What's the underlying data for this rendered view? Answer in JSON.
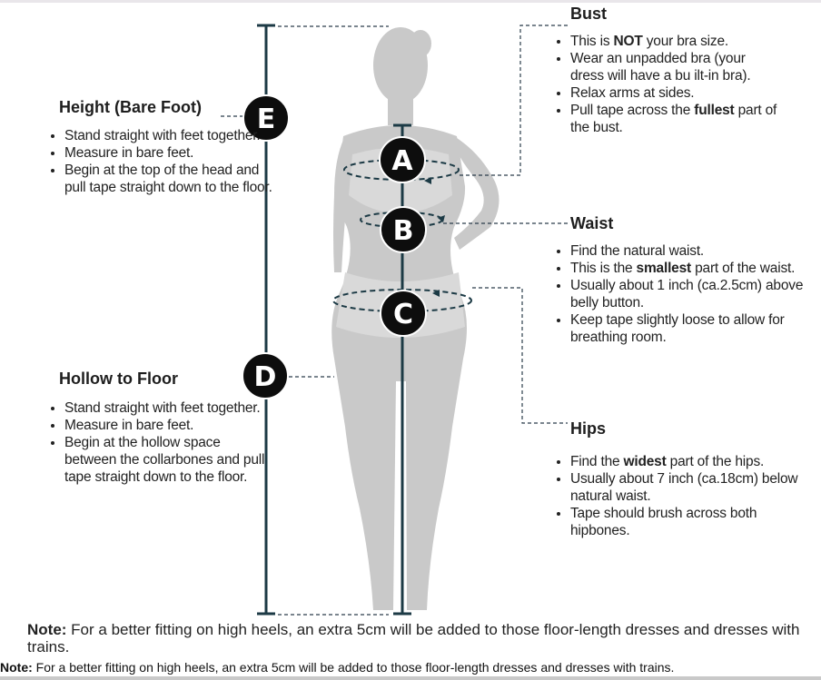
{
  "markers": {
    "a": "A",
    "b": "B",
    "c": "C",
    "d": "D",
    "e": "E"
  },
  "height": {
    "title": "Height (Bare Foot)",
    "bullets": [
      "Stand straight with feet together.",
      "Measure in bare feet.",
      "Begin at the top of the head and pull tape straight down to the floor."
    ]
  },
  "hollow": {
    "title": "Hollow to Floor",
    "bullets": [
      "Stand straight with feet together.",
      "Measure in bare feet.",
      "Begin at the hollow space between the collarbones and pull tape straight down to the floor."
    ]
  },
  "bust": {
    "title": "Bust",
    "bullets": [
      {
        "pre": "This is ",
        "bold": "NOT",
        "post": " your bra size."
      },
      {
        "pre": "Wear an unpadded bra (your dress will have a bu ilt-in bra).",
        "bold": "",
        "post": ""
      },
      {
        "pre": "Relax arms at sides.",
        "bold": "",
        "post": ""
      },
      {
        "pre": "Pull tape across the ",
        "bold": "fullest",
        "post": " part of the bust."
      }
    ]
  },
  "waist": {
    "title": "Waist",
    "bullets": [
      {
        "pre": "Find the natural waist.",
        "bold": "",
        "post": ""
      },
      {
        "pre": "This is the ",
        "bold": "smallest",
        "post": " part of the waist."
      },
      {
        "pre": "Usually about 1 inch (ca.2.5cm) above belly button.",
        "bold": "",
        "post": ""
      },
      {
        "pre": "Keep tape slightly loose to allow for breathing room.",
        "bold": "",
        "post": ""
      }
    ]
  },
  "hips": {
    "title": "Hips",
    "bullets": [
      {
        "pre": "Find the ",
        "bold": "widest",
        "post": " part of the hips."
      },
      {
        "pre": "Usually about 7 inch (ca.18cm) below natural waist.",
        "bold": "",
        "post": ""
      },
      {
        "pre": "Tape should brush across both hipbones.",
        "bold": "",
        "post": ""
      }
    ]
  },
  "note_main": {
    "label": "Note:",
    "text": " For a better fitting on high heels, an extra 5cm will be added to those floor-length dresses and dresses with trains."
  },
  "note_bottom": {
    "label": "Note:",
    "text": " For a better fitting on high heels, an extra 5cm will be added to those floor-length dresses and dresses with trains."
  },
  "colors": {
    "line": "#1c3a45",
    "figure": "#c9c9c9",
    "marker": "#0d0d0d",
    "dash": "#2a3c4a"
  }
}
